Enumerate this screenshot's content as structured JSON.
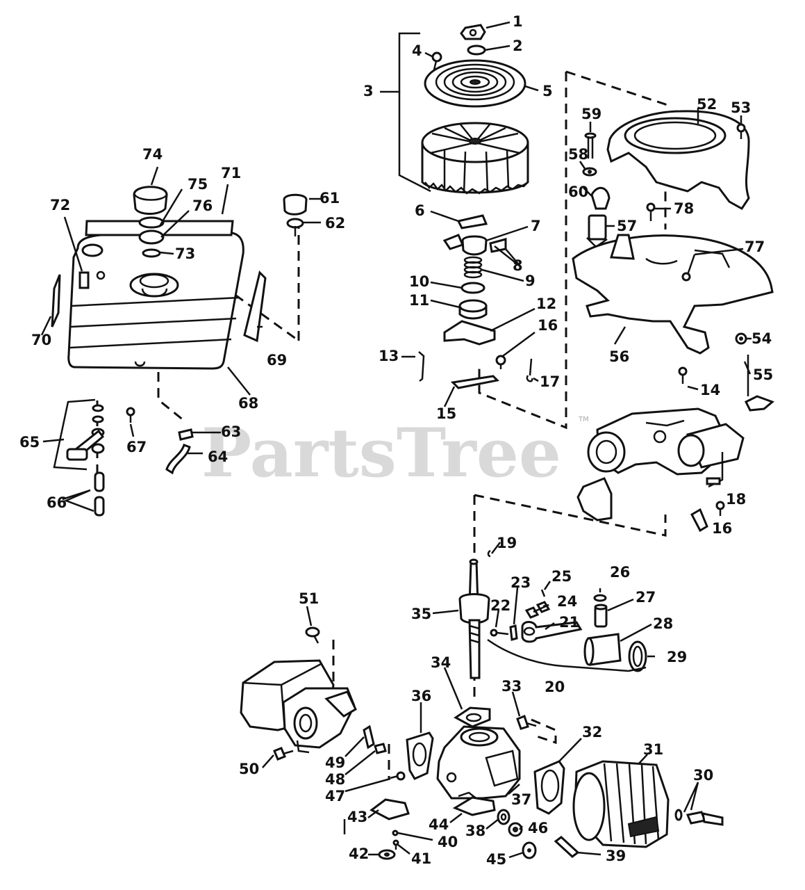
{
  "watermark": {
    "text": "PartsTree",
    "trademark": "TM"
  },
  "labels": [
    {
      "id": "1",
      "text": "1"
    },
    {
      "id": "2",
      "text": "2"
    },
    {
      "id": "3",
      "text": "3"
    },
    {
      "id": "4",
      "text": "4"
    },
    {
      "id": "5",
      "text": "5"
    },
    {
      "id": "6",
      "text": "6"
    },
    {
      "id": "7",
      "text": "7"
    },
    {
      "id": "8",
      "text": "8"
    },
    {
      "id": "9",
      "text": "9"
    },
    {
      "id": "10",
      "text": "10"
    },
    {
      "id": "11",
      "text": "11"
    },
    {
      "id": "12",
      "text": "12"
    },
    {
      "id": "13",
      "text": "13"
    },
    {
      "id": "14",
      "text": "14"
    },
    {
      "id": "15",
      "text": "15"
    },
    {
      "id": "16a",
      "text": "16"
    },
    {
      "id": "16b",
      "text": "16"
    },
    {
      "id": "17",
      "text": "17"
    },
    {
      "id": "18",
      "text": "18"
    },
    {
      "id": "19",
      "text": "19"
    },
    {
      "id": "20",
      "text": "20"
    },
    {
      "id": "21",
      "text": "21"
    },
    {
      "id": "22",
      "text": "22"
    },
    {
      "id": "23",
      "text": "23"
    },
    {
      "id": "24",
      "text": "24"
    },
    {
      "id": "25",
      "text": "25"
    },
    {
      "id": "26",
      "text": "26"
    },
    {
      "id": "27",
      "text": "27"
    },
    {
      "id": "28",
      "text": "28"
    },
    {
      "id": "29",
      "text": "29"
    },
    {
      "id": "30",
      "text": "30"
    },
    {
      "id": "31",
      "text": "31"
    },
    {
      "id": "32",
      "text": "32"
    },
    {
      "id": "33",
      "text": "33"
    },
    {
      "id": "34",
      "text": "34"
    },
    {
      "id": "35",
      "text": "35"
    },
    {
      "id": "36",
      "text": "36"
    },
    {
      "id": "37",
      "text": "37"
    },
    {
      "id": "38",
      "text": "38"
    },
    {
      "id": "39",
      "text": "39"
    },
    {
      "id": "40",
      "text": "40"
    },
    {
      "id": "41",
      "text": "41"
    },
    {
      "id": "42",
      "text": "42"
    },
    {
      "id": "43",
      "text": "43"
    },
    {
      "id": "44",
      "text": "44"
    },
    {
      "id": "45",
      "text": "45"
    },
    {
      "id": "46",
      "text": "46"
    },
    {
      "id": "47",
      "text": "47"
    },
    {
      "id": "48",
      "text": "48"
    },
    {
      "id": "49",
      "text": "49"
    },
    {
      "id": "50",
      "text": "50"
    },
    {
      "id": "51",
      "text": "51"
    },
    {
      "id": "52",
      "text": "52"
    },
    {
      "id": "53",
      "text": "53"
    },
    {
      "id": "54",
      "text": "54"
    },
    {
      "id": "55",
      "text": "55"
    },
    {
      "id": "56",
      "text": "56"
    },
    {
      "id": "57",
      "text": "57"
    },
    {
      "id": "58",
      "text": "58"
    },
    {
      "id": "59",
      "text": "59"
    },
    {
      "id": "60",
      "text": "60"
    },
    {
      "id": "61",
      "text": "61"
    },
    {
      "id": "62",
      "text": "62"
    },
    {
      "id": "63",
      "text": "63"
    },
    {
      "id": "64",
      "text": "64"
    },
    {
      "id": "65",
      "text": "65"
    },
    {
      "id": "66",
      "text": "66"
    },
    {
      "id": "67",
      "text": "67"
    },
    {
      "id": "68",
      "text": "68"
    },
    {
      "id": "69",
      "text": "69"
    },
    {
      "id": "70",
      "text": "70"
    },
    {
      "id": "71",
      "text": "71"
    },
    {
      "id": "72",
      "text": "72"
    },
    {
      "id": "73",
      "text": "73"
    },
    {
      "id": "74",
      "text": "74"
    },
    {
      "id": "75",
      "text": "75"
    },
    {
      "id": "76",
      "text": "76"
    },
    {
      "id": "77",
      "text": "77"
    },
    {
      "id": "78",
      "text": "78"
    }
  ]
}
